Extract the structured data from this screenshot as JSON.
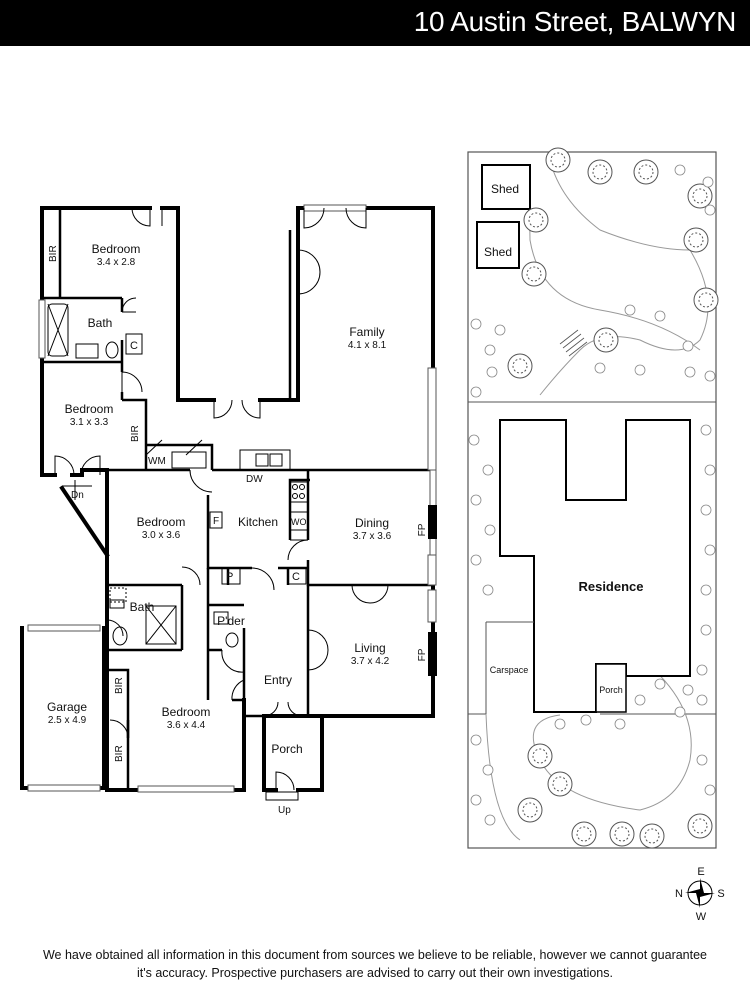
{
  "header": {
    "title": "10 Austin Street, BALWYN"
  },
  "floor_plan": {
    "rooms": [
      {
        "name": "Bedroom",
        "dims": "3.4 x 2.8"
      },
      {
        "name": "Bath",
        "dims": ""
      },
      {
        "name": "Bedroom",
        "dims": "3.1 x 3.3"
      },
      {
        "name": "Family",
        "dims": "4.1 x 8.1"
      },
      {
        "name": "Bedroom",
        "dims": "3.0 x 3.6"
      },
      {
        "name": "Kitchen",
        "dims": ""
      },
      {
        "name": "Dining",
        "dims": "3.7 x 3.6"
      },
      {
        "name": "Bath",
        "dims": ""
      },
      {
        "name": "P'der",
        "dims": ""
      },
      {
        "name": "Living",
        "dims": "3.7 x 4.2"
      },
      {
        "name": "Entry",
        "dims": ""
      },
      {
        "name": "Garage",
        "dims": "2.5 x 4.9"
      },
      {
        "name": "Bedroom",
        "dims": "3.6 x 4.4"
      },
      {
        "name": "Porch",
        "dims": ""
      }
    ],
    "fixtures": {
      "bir": "BIR",
      "c": "C",
      "wm": "WM",
      "dw": "DW",
      "f": "F",
      "wo": "WO",
      "p": "P",
      "fp": "FP",
      "dn": "Dn",
      "up": "Up"
    }
  },
  "site_plan": {
    "shed": "Shed",
    "residence": "Residence",
    "carspace": "Carspace",
    "porch": "Porch"
  },
  "compass": {
    "n": "N",
    "e": "E",
    "s": "S",
    "w": "W"
  },
  "disclaimer": {
    "line1": "We have obtained all information in this document from sources we believe to be reliable, however we cannot guarantee",
    "line2": "it's accuracy. Prospective purchasers are advised to carry out their own investigations."
  }
}
